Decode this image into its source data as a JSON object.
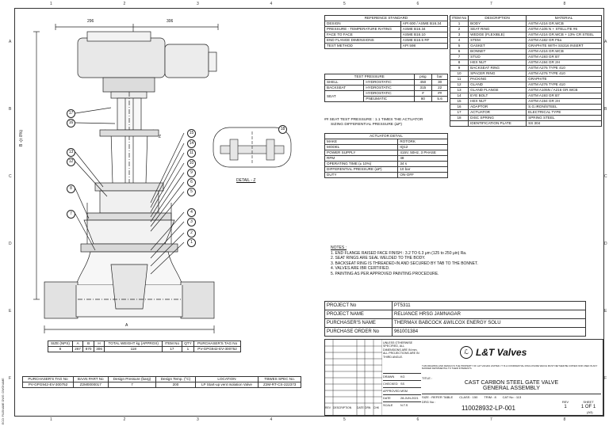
{
  "zones": {
    "top": [
      "1",
      "2",
      "3",
      "4",
      "5",
      "6",
      "7",
      "8"
    ],
    "bottom": [
      "1",
      "2",
      "3",
      "4",
      "5",
      "6",
      "7",
      "8"
    ],
    "left": [
      "A",
      "B",
      "C",
      "D",
      "E",
      "F"
    ],
    "right": [
      "A",
      "B",
      "C",
      "D",
      "E",
      "F"
    ]
  },
  "drawing": {
    "dim_left": "296",
    "dim_right": "306",
    "dim_b": "B -(± 8%)",
    "dim_a": "A",
    "detail_label": "DETAIL - Z",
    "z_mark": "Z",
    "left_balloons": [
      "17",
      "16",
      "13",
      "12",
      "8",
      "7"
    ],
    "right_balloons": [
      "15",
      "14",
      "11",
      "10",
      "9",
      "6",
      "5",
      "4",
      "3",
      "2",
      "1"
    ],
    "detail_balloon": "18"
  },
  "reference": {
    "title": "REFERENCE STANDARD",
    "rows": [
      [
        "DESIGN",
        "API 600 / ASME B16.34"
      ],
      [
        "PRESSURE - TEMPERATURE RATING",
        "ASME B16.34"
      ],
      [
        "FACE TO FACE",
        "ASME B16.10"
      ],
      [
        "END FLANGE DIMENSIONS",
        "ASME B16.5 RF"
      ],
      [
        "TEST METHOD",
        "API 598"
      ]
    ]
  },
  "test_pressure": {
    "headers": [
      "TEST PRESSURE",
      "psig",
      "bar"
    ],
    "rows": [
      [
        "SHELL",
        "HYDROSTATIC",
        "450",
        "30"
      ],
      [
        "BACKSEAT",
        "HYDROSTATIC",
        "315",
        "22"
      ],
      [
        "SEAT",
        "HYDROSTATIC",
        "#",
        "##"
      ],
      [
        "",
        "PNEUMATIC",
        "80",
        "5.6"
      ]
    ],
    "note_line1": "## SEAT TEST PRESSURE : 1.1 TIMES THE ACTUATOR",
    "note_line2": "SIZING DIFFERENTIAL PRESSURE (ΔP)"
  },
  "actuator": {
    "title": "ACTUATOR DETAIL",
    "rows": [
      [
        "MAKE",
        "ROTORK"
      ],
      [
        "MODEL",
        "IQ12"
      ],
      [
        "POWER SUPPLY",
        "415V, 50Hz, 3 PHASE"
      ],
      [
        "RPM",
        "48"
      ],
      [
        "OPERATING TIME (± 10%)",
        "34 s"
      ],
      [
        "DIFFERENTIAL PRESSURE (ΔP)",
        "10 bar"
      ],
      [
        "DUTY",
        "ON-OFF"
      ]
    ]
  },
  "materials": {
    "headers": [
      "ITEM No",
      "DESCRIPTION",
      "MATERIAL"
    ],
    "rows": [
      [
        "1",
        "BODY",
        "ASTM A216 GR.WCB"
      ],
      [
        "2",
        "SEAT RING",
        "ASTM A105 N + STELLITE #6"
      ],
      [
        "3",
        "WEDGE (FLEXIBLE)",
        "ASTM A216 GR.WCB + 13% CR STEEL"
      ],
      [
        "4",
        "STEM",
        "ASTM A182 GR F6a"
      ],
      [
        "5",
        "GASKET",
        "GRAPHITE WITH SS316 INSERT"
      ],
      [
        "6",
        "BONNET",
        "ASTM A216 GR.WCB"
      ],
      [
        "7",
        "STUD",
        "ASTM A193 GR B7"
      ],
      [
        "8",
        "HEX NUT",
        "ASTM A194 GR 2H"
      ],
      [
        "9",
        "BACKSEAT RING",
        "ASTM A276 TYPE 410"
      ],
      [
        "10",
        "SPACER RING",
        "ASTM A276 TYPE 410"
      ],
      [
        "11",
        "PACKING",
        "GRAPHITE"
      ],
      [
        "12",
        "GLAND",
        "ASTM A276 TYPE 410"
      ],
      [
        "13",
        "GLAND FLANGE",
        "ASTM A105N / A216 GR.WCB"
      ],
      [
        "14",
        "EYE BOLT",
        "ASTM A193 GR B7"
      ],
      [
        "15",
        "HEX NUT",
        "ASTM A194 GR 2H"
      ],
      [
        "16",
        "ADAPTOR",
        "S.G.IRON/STEEL"
      ],
      [
        "17",
        "ACTUATOR",
        "ELECTRICAL TYPE"
      ],
      [
        "18",
        "DISC SPRING",
        "SPRING STEEL"
      ],
      [
        "",
        "IDENTIFICATION PLATE",
        "SS 304"
      ]
    ]
  },
  "notes": {
    "title": "NOTES :",
    "items": [
      "1. END FLANGE RAISED FACE FINISH : 3.2 TO 6.3 μm (125 to 250 μin) Ra.",
      "2. SEAT RINGS ARE SEAL WELDED TO THE BODY.",
      "3. BACKSEAT RING IS THREADED-IN AND SECURED BY TAB TO THE BONNET.",
      "4. VALVES ARE IBR CERTIFIED.",
      "5. PAINTING AS PER APPROVED PAINTING PROCEDURE."
    ]
  },
  "project": {
    "rows": [
      [
        "PROJECT No",
        "PT5311"
      ],
      [
        "PROJECT NAME",
        "RELIANCE HRSG JAMNAGAR"
      ],
      [
        "PURCHASER'S NAME",
        "THERMAX BABCOCK &WILCOX ENERGY SOLU"
      ],
      [
        "PURCHASE ORDER No",
        "961001384"
      ]
    ]
  },
  "dimensions": {
    "headers": [
      "SIZE (NPS)",
      "A",
      "B",
      "H",
      "TOTAL WEIGHT kg (APPROX)",
      "ITEM No",
      "QTY",
      "PURCHASER'S TAG No"
    ],
    "values": [
      "8",
      "267",
      "870",
      "306",
      "118",
      "17",
      "1",
      "PV-GPG942-EV-300752"
    ]
  },
  "baan": {
    "headers": [
      "PURCHASER'S TAG No",
      "BAAN PART No",
      "Design Pressure (barg)",
      "Design Temp. (°C)",
      "LOCATION",
      "TBWES SPEC No."
    ],
    "values": [
      "PV-GPG942-EV-300752",
      "Z2M0000017",
      "7",
      "200",
      "LP Start-up vent Isolation Valve",
      "Z2M-RT-CS-222373"
    ]
  },
  "titleblock": {
    "brand": "L&T Valves",
    "note": "UNLESS OTHERWISE SPECIFIED, ALL DIMENSIONS ARE IN mm, ALL PROJECTIONS ARE IN THIRD ANGLE.",
    "proprietary": "THIS DRAWING AND DESIGN IS THE PROPERTY OF L&T VALVES LIMITED. IT IS A CONFIDENTIAL DISCLOSURE WHICH MUST NEITHER BE COPIED NOR USED IN ANY MANNER DETRIMENTAL TO THEIR INTERESTS.",
    "drawn_label": "DRAWN",
    "drawn_by": "KG",
    "checked_label": "CHECKED",
    "checked_by": "SS",
    "approved_label": "APPROVED",
    "approved_by": "MSM",
    "date_label": "DATE",
    "date": "28-JUN-2021",
    "scale_label": "SCALE",
    "scale": "N.T.S",
    "title_label": "TITLE :",
    "title_line1": "CAST CARBON STEEL GATE VALVE",
    "title_line2": "GENERAL ASSEMBLY",
    "size_info": "SIZE : REFER TABLE",
    "class_info": "CLASS : 150",
    "trim_info": "TRIM : 8",
    "cat_info": "CAT No : 113",
    "drg_label": "DRG No :",
    "drg_no": "110028932-LP-001",
    "rev_label": "REV",
    "rev": "1",
    "sheet_label": "SHEET",
    "sheet": "1 OF 1",
    "paper": "(A3)",
    "rev_cols": [
      "REV",
      "DESCRIPTION",
      "DATE",
      "DRN",
      "CHK",
      "APP"
    ]
  },
  "side_info": "ECO: FILENAME   DWG: DWGNAME"
}
